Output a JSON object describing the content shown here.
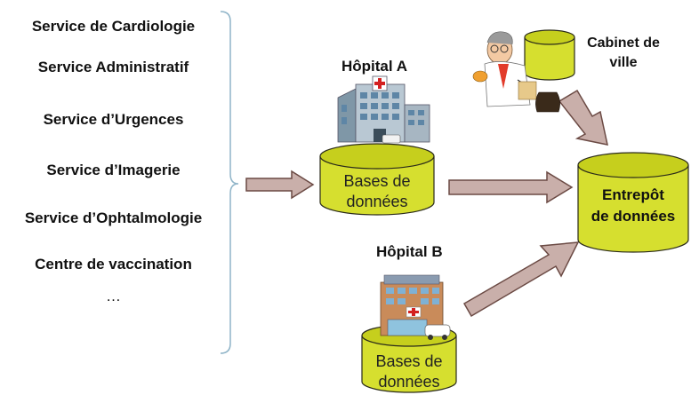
{
  "services": [
    "Service de Cardiologie",
    "Service Administratif",
    "Service d’Urgences",
    "Service d’Imagerie",
    "Service d’Ophtalmologie",
    "Centre de vaccination",
    "…"
  ],
  "hopital_a": {
    "title": "Hôpital A",
    "db_line1": "Bases de",
    "db_line2": "données"
  },
  "hopital_b": {
    "title": "Hôpital B",
    "db_line1": "Bases de",
    "db_line2": "données"
  },
  "cabinet": {
    "line1": "Cabinet de",
    "line2": "ville"
  },
  "entrepot": {
    "line1": "Entrepôt",
    "line2": "de données"
  },
  "colors": {
    "cylinder_fill": "#d6df2f",
    "cylinder_top": "#c6cf1d",
    "arrow_fill": "#c9afaa",
    "arrow_stroke": "#6b4a44",
    "bracket": "#8fb4c8"
  }
}
